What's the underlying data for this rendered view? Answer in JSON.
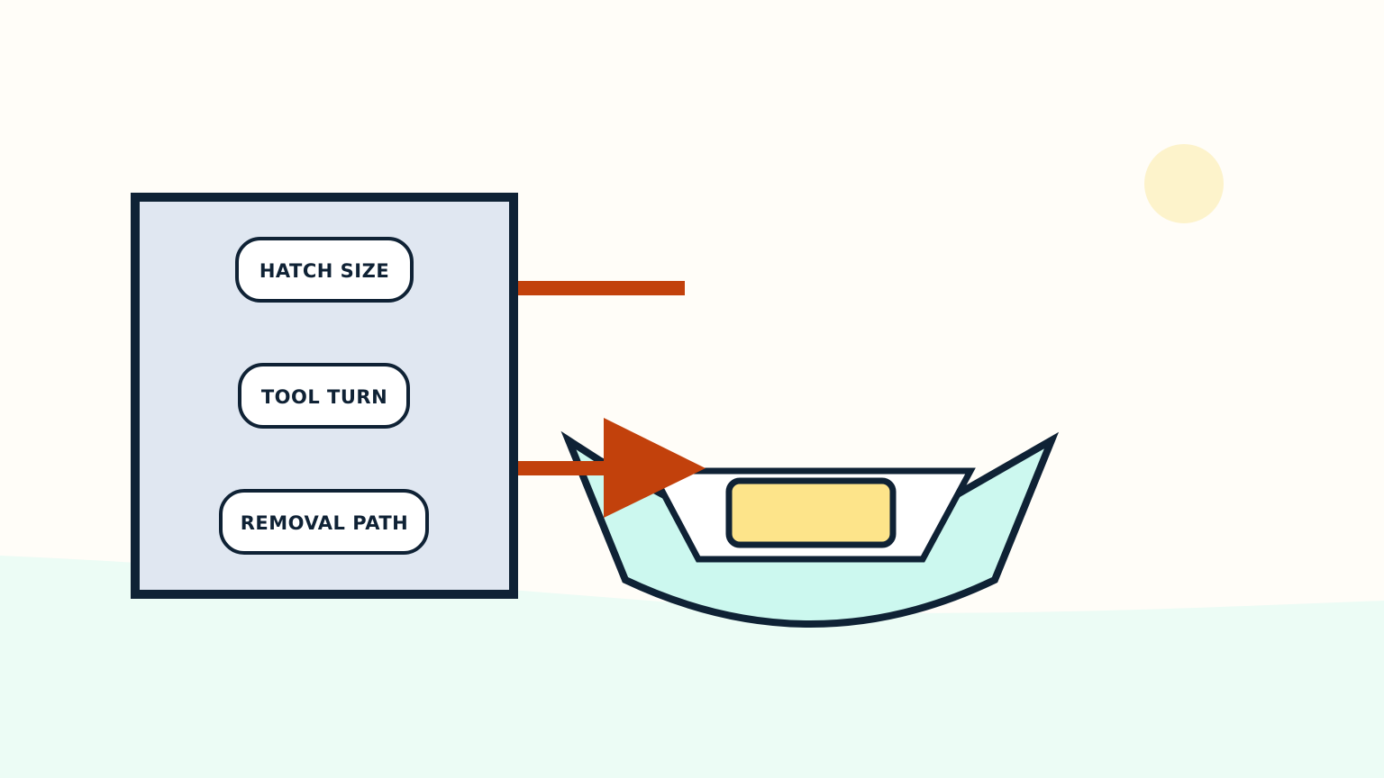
{
  "diagram": {
    "labels": [
      {
        "id": "hatch-size",
        "text": "HATCH SIZE"
      },
      {
        "id": "tool-turn",
        "text": "TOOL TURN"
      },
      {
        "id": "removal-path",
        "text": "REMOVAL PATH"
      }
    ]
  },
  "colors": {
    "background": "#fffdf8",
    "ground": "#ecfcf5",
    "panel_fill": "#e0e7f1",
    "outline": "#0f2235",
    "arrow": "#c2410c",
    "sun": "#fdf3cb",
    "hull_fill": "#ccf8ef",
    "deck_fill": "#ffffff",
    "hatch_fill": "#fde48a"
  },
  "icons": {
    "connector_top": "line-connector",
    "connector_bottom": "arrow-right-icon",
    "sun": "sun-icon",
    "boat": "boat-icon",
    "hatch": "hatch-icon"
  }
}
